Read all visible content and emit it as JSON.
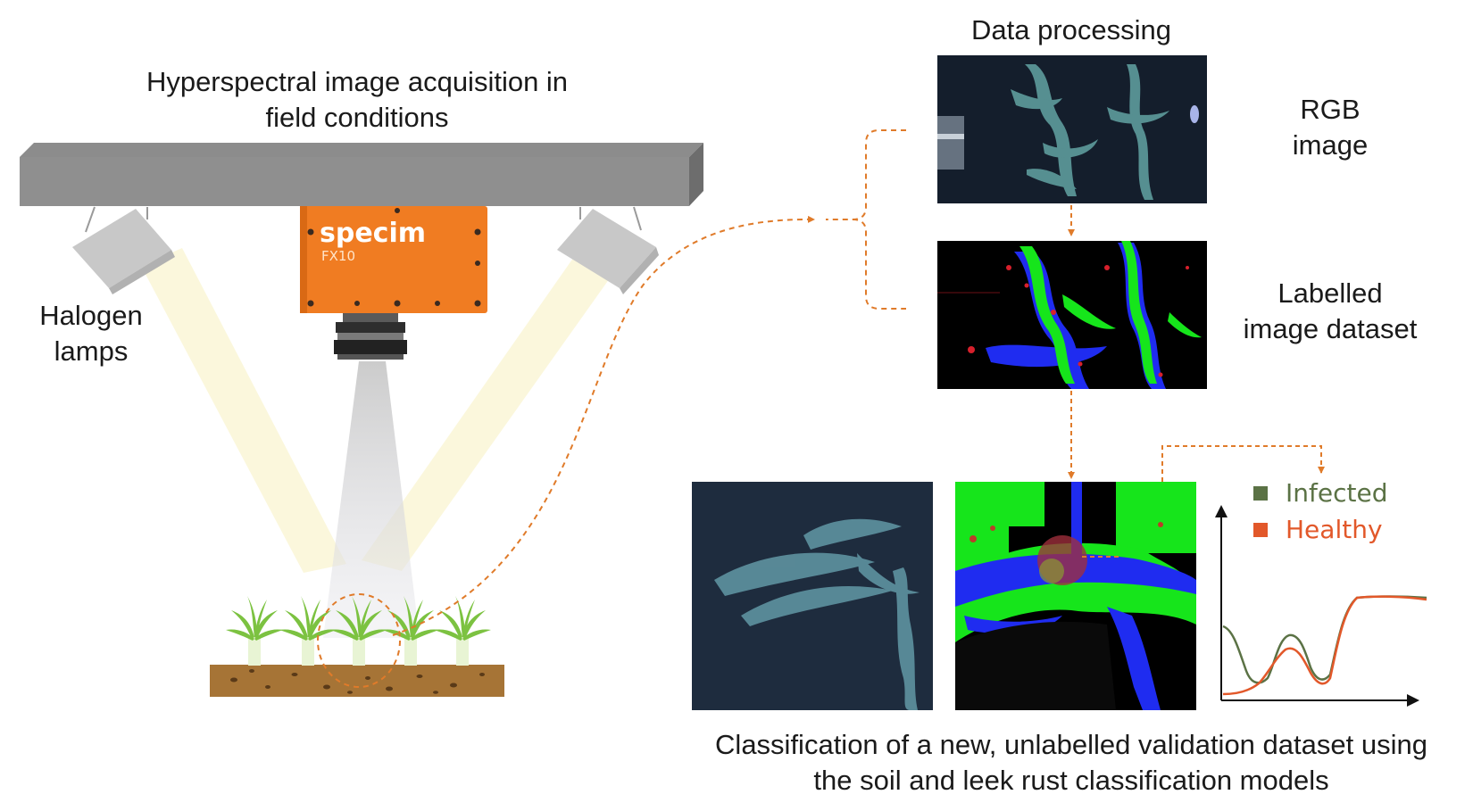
{
  "acquisition": {
    "title_line1": "Hyperspectral image acquisition in",
    "title_line2": "field conditions",
    "lamps_line1": "Halogen",
    "lamps_line2": "lamps",
    "camera_brand": "specim",
    "camera_model": "FX10"
  },
  "processing": {
    "title": "Data processing",
    "rgb_line1": "RGB",
    "rgb_line2": "image",
    "labelled_line1": "Labelled",
    "labelled_line2": "image dataset"
  },
  "classification": {
    "caption_line1": "Classification of a new, unlabelled validation dataset using",
    "caption_line2": "the soil and leek rust classification models"
  },
  "legend": {
    "infected": "Infected",
    "healthy": "Healthy"
  },
  "colors": {
    "arrow": "#e07b2a",
    "camera": "#f07c22",
    "infected": "#5b7245",
    "healthy": "#e2582a",
    "label_green": "#16e51b",
    "label_blue": "#1f2cf0",
    "label_red": "#d7202c"
  }
}
